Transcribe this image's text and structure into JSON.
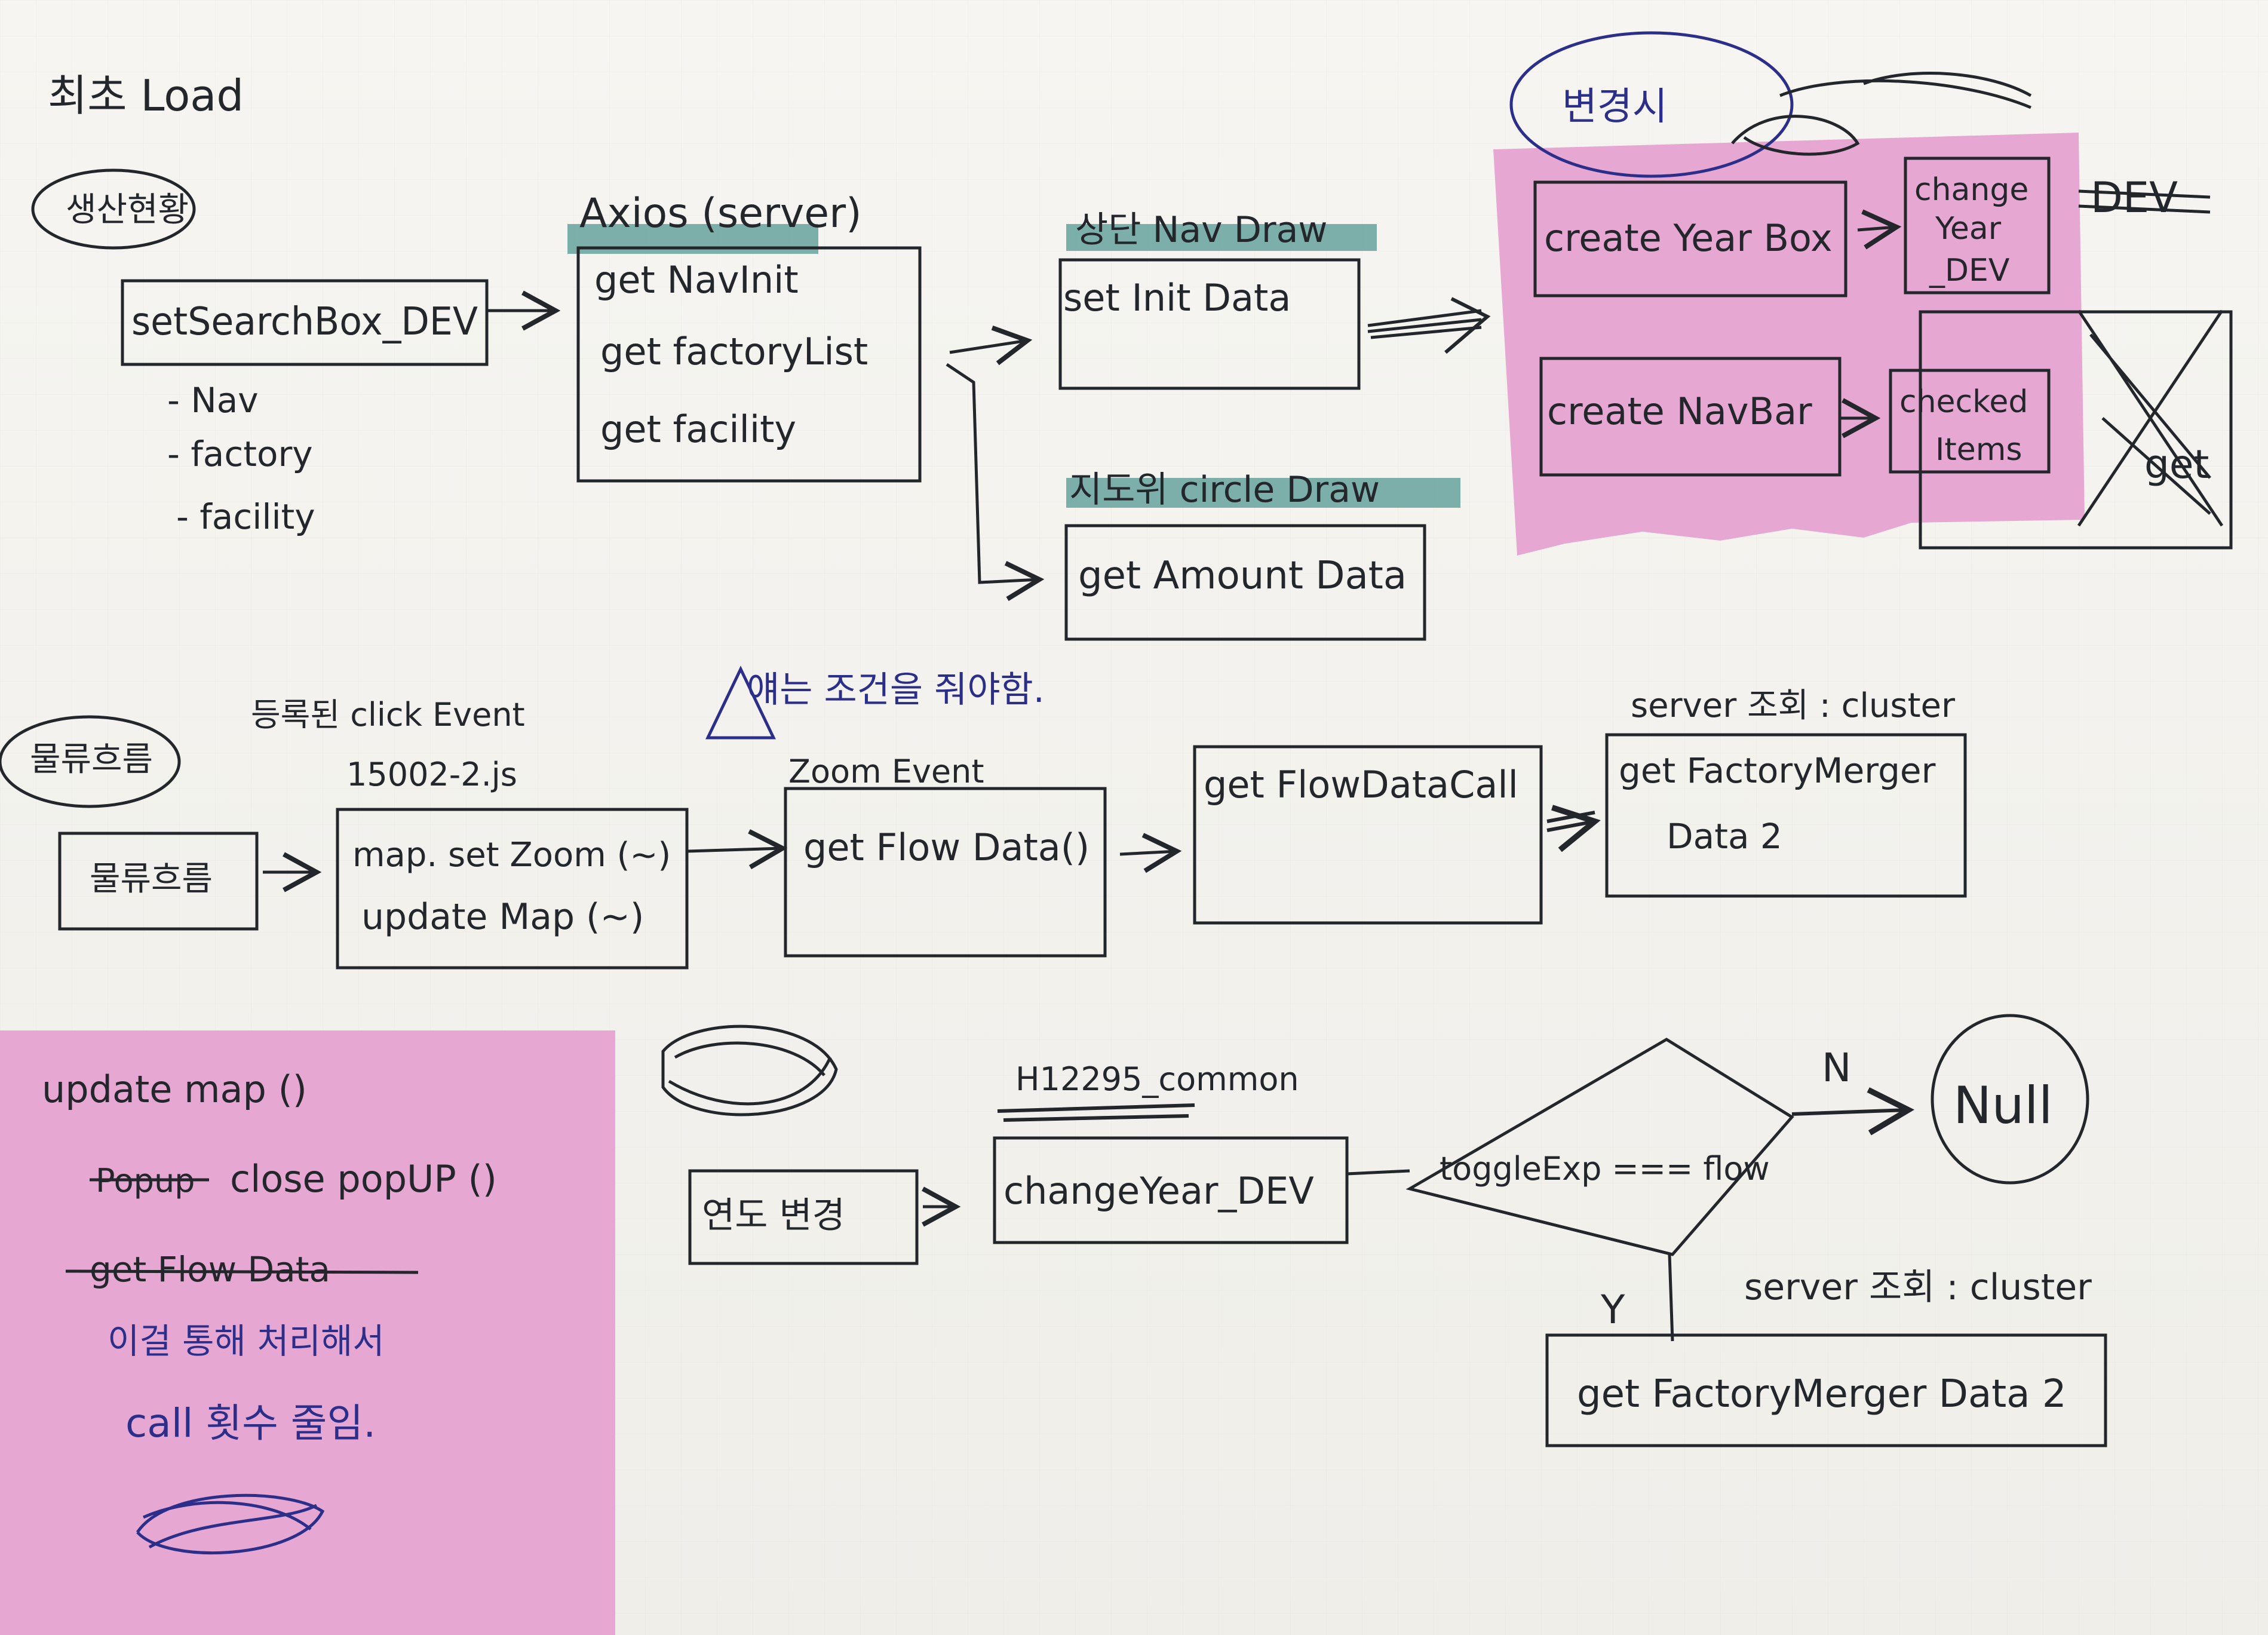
{
  "colors": {
    "ink": "#23262b",
    "blue_ink": "#2c2f8a",
    "highlighter": "#5f9e99",
    "sticky_note": "#e7a7d3",
    "paper": "#f4f3ef"
  },
  "initial_load": {
    "title": "최초 Load",
    "section_label": "생산현황",
    "search_box": "setSearchBox_DEV",
    "search_items": [
      "- Nav",
      "- factory",
      "- facility"
    ],
    "axios_title": "Axios (server)",
    "axios_items": [
      "get NavInit",
      "get factoryList",
      "get facility"
    ],
    "nav_draw_title": "상단 Nav Draw",
    "set_init_data": "set Init Data",
    "circle_draw_title": "지도위 circle Draw",
    "get_amount_data": "get Amount Data"
  },
  "sticky_top": {
    "title": "변경시",
    "create_year_box": "create Year Box",
    "change_year_dev": [
      "change",
      "Year",
      "_DEV"
    ],
    "create_navbar": "create NavBar",
    "checked_items": [
      "checked",
      "Items"
    ],
    "crossed_word": "DEV",
    "crossed_word_2": "get"
  },
  "flow": {
    "section_label": "물류흐름",
    "event_note": [
      "등록된 click Event",
      "15002-2.js"
    ],
    "flow_box": "물류흐름",
    "map_lines": [
      "map. set Zoom (~)",
      "update Map (~)"
    ],
    "zoom_label": "Zoom Event",
    "warning_note": "얘는 조건을 줘야함.",
    "get_flow_data": "get Flow Data()",
    "get_flow_data_call": "get FlowDataCall",
    "server_note": "server 조회 : cluster",
    "factory_merger": [
      "get FactoryMerger",
      "Data 2"
    ]
  },
  "sticky_bottom": {
    "title": "update map ()",
    "line1_struck": "Popup",
    "line1_rest": "close popUP ()",
    "line2_struck": "get Flow Data",
    "line3": "이걸 통해 처리해서",
    "line4": "call 횟수 줄임."
  },
  "year_change": {
    "js_note": "H12295_common",
    "year_box": "연도 변경",
    "change_year": "changeYear_DEV",
    "condition": "toggleExp === flow",
    "branch_no": "N",
    "null_label": "Null",
    "branch_yes": "Y",
    "server_note": "server 조회 : cluster",
    "factory_merger": "get FactoryMerger Data 2"
  }
}
